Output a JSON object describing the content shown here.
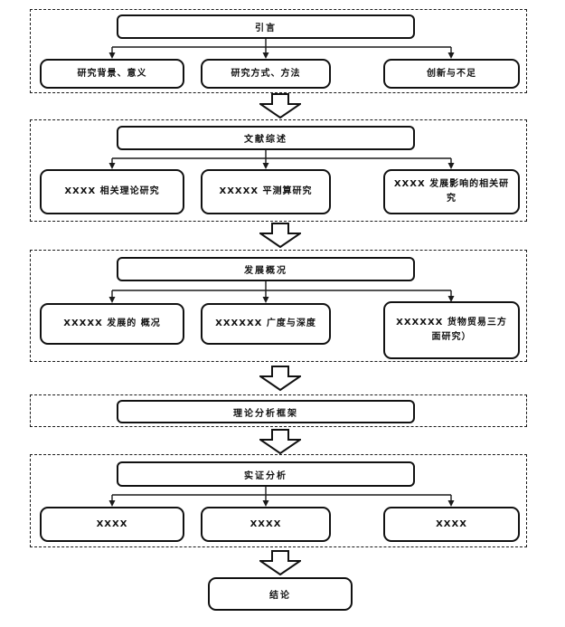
{
  "diagram": {
    "colors": {
      "line": "#1a1a1a",
      "background": "#ffffff",
      "box_border": "#111111"
    },
    "sections": [
      {
        "title": "引言",
        "children": [
          "研究背景、意义",
          "研究方式、方法",
          "创新与不足"
        ]
      },
      {
        "title": "文献综述",
        "children": [
          "XXXX 相关理论研究",
          "XXXXX 平测算研究",
          "XXXX 发展影响的相关研究"
        ]
      },
      {
        "title": "发展概况",
        "children": [
          "XXXXX 发展的 概况",
          "XXXXXX 广度与深度",
          "XXXXXX 货物贸易三方面研究）"
        ]
      },
      {
        "title": "理论分析框架",
        "children": []
      },
      {
        "title": "实证分析",
        "children": [
          "XXXX",
          "XXXX",
          "XXXX"
        ]
      }
    ],
    "conclusion": "结论"
  }
}
